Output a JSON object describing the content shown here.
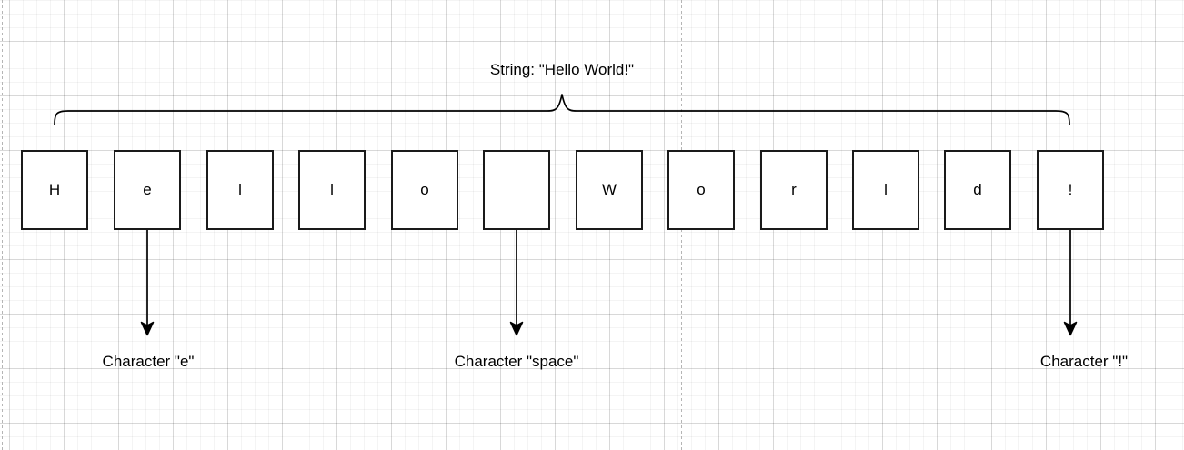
{
  "diagram": {
    "title": "String: \"Hello World!\"",
    "string_value": "Hello World!",
    "cells": [
      {
        "char": "H"
      },
      {
        "char": "e"
      },
      {
        "char": "l"
      },
      {
        "char": "l"
      },
      {
        "char": "o"
      },
      {
        "char": " "
      },
      {
        "char": "W"
      },
      {
        "char": "o"
      },
      {
        "char": "r"
      },
      {
        "char": "l"
      },
      {
        "char": "d"
      },
      {
        "char": "!"
      }
    ],
    "annotations": [
      {
        "label": "Character \"e\"",
        "target_char_index": 1
      },
      {
        "label": "Character \"space\"",
        "target_char_index": 5
      },
      {
        "label": "Character \"!\"",
        "target_char_index": 11
      }
    ],
    "colors": {
      "background": "#ffffff",
      "shape_stroke": "#1a1a1a",
      "text": "#000000",
      "grid_minor": "#f3f3f3",
      "grid_major": "#e2e2e2",
      "page_boundary": "#b5b5b5"
    }
  }
}
